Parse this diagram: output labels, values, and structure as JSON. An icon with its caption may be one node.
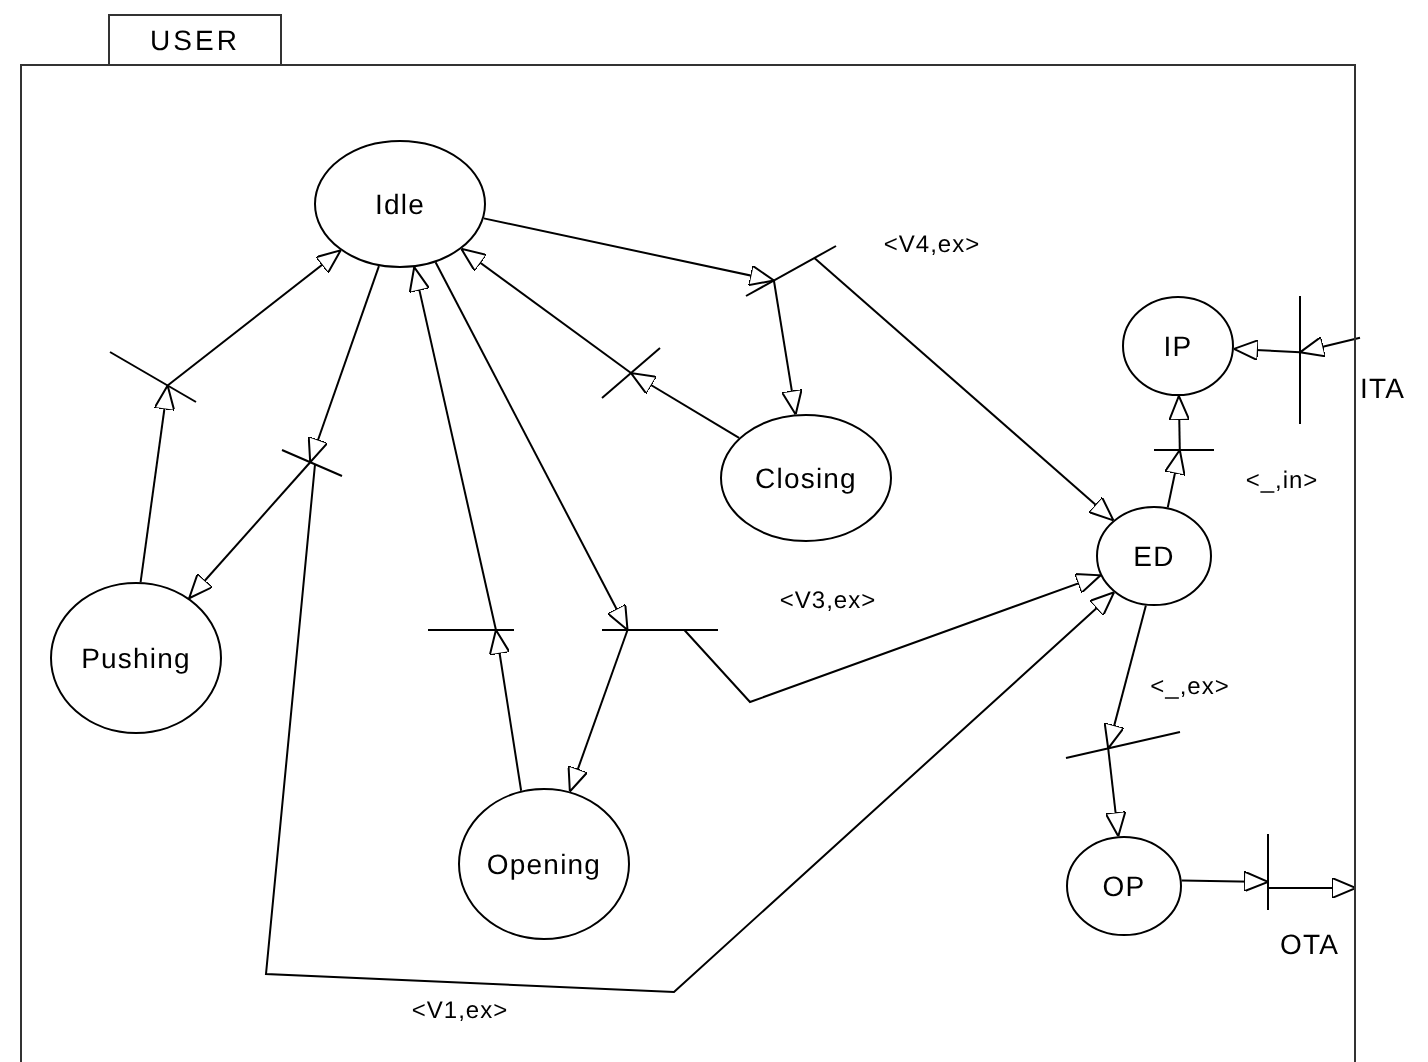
{
  "diagram": {
    "nodes": [
      {
        "text": [
          "USER"
        ]
      },
      {
        "text": [
          "Idle"
        ],
        "in": 0
      },
      {
        "text": [],
        "shape": "bar",
        "in": 0
      },
      {
        "text": [],
        "shape": "bar",
        "in": 0
      },
      {
        "text": [],
        "shape": "bar",
        "in": 0
      },
      {
        "text": [],
        "shape": "bar",
        "in": 0
      },
      {
        "text": [
          "IP"
        ],
        "in": 0
      },
      {
        "text": [],
        "shape": "bar",
        "in": 0
      },
      {
        "text": [
          "ITA"
        ]
      },
      {
        "text": [
          "Closing"
        ],
        "in": 0
      },
      {
        "text": [],
        "shape": "bar",
        "in": 0
      },
      {
        "text": [
          "ED"
        ],
        "in": 0
      },
      {
        "text": [
          "Pushing"
        ],
        "in": 0
      },
      {
        "text": [],
        "shape": "bar",
        "in": 0
      },
      {
        "text": [],
        "shape": "bar",
        "in": 0
      },
      {
        "text": [],
        "shape": "bar",
        "in": 0
      },
      {
        "text": [
          "Opening"
        ],
        "in": 0
      },
      {
        "text": [
          "OP"
        ],
        "in": 0
      },
      {
        "text": [],
        "shape": "bar",
        "in": 0
      },
      {
        "text": [
          "OTA"
        ],
        "in": 0
      }
    ],
    "edges": [
      {
        "from": 12,
        "to": 2,
        "arrow": "to"
      },
      {
        "from": 2,
        "to": 1,
        "arrow": "to"
      },
      {
        "from": 1,
        "to": 3,
        "arrow": "to"
      },
      {
        "from": 3,
        "to": 12,
        "arrow": "to"
      },
      {
        "from": 3,
        "to": 11,
        "arrow": "to",
        "label": "<V1,ex>"
      },
      {
        "from": 16,
        "to": 13,
        "arrow": "to"
      },
      {
        "from": 13,
        "to": 1,
        "arrow": "to"
      },
      {
        "from": 1,
        "to": 14,
        "arrow": "to"
      },
      {
        "from": 14,
        "to": 16,
        "arrow": "to"
      },
      {
        "from": 14,
        "to": 11,
        "arrow": "to",
        "label": "<V3,ex>"
      },
      {
        "from": 1,
        "to": 5,
        "arrow": "to"
      },
      {
        "from": 5,
        "to": 9,
        "arrow": "to"
      },
      {
        "from": 5,
        "to": 11,
        "arrow": "to",
        "label": "<V4,ex>"
      },
      {
        "from": 9,
        "to": 4,
        "arrow": "to"
      },
      {
        "from": 4,
        "to": 1,
        "arrow": "to"
      },
      {
        "from": 11,
        "to": 10,
        "arrow": "to"
      },
      {
        "from": 10,
        "to": 6,
        "arrow": "to",
        "label": "<_,in>"
      },
      {
        "from": 8,
        "to": 7,
        "arrow": "to"
      },
      {
        "from": 7,
        "to": 6,
        "arrow": "to"
      },
      {
        "from": 11,
        "to": 15,
        "arrow": "to",
        "label": "<_,ex>"
      },
      {
        "from": 15,
        "to": 17,
        "arrow": "to"
      },
      {
        "from": 17,
        "to": 18,
        "arrow": "to"
      },
      {
        "from": 18,
        "to": 19,
        "arrow": "to"
      }
    ]
  }
}
